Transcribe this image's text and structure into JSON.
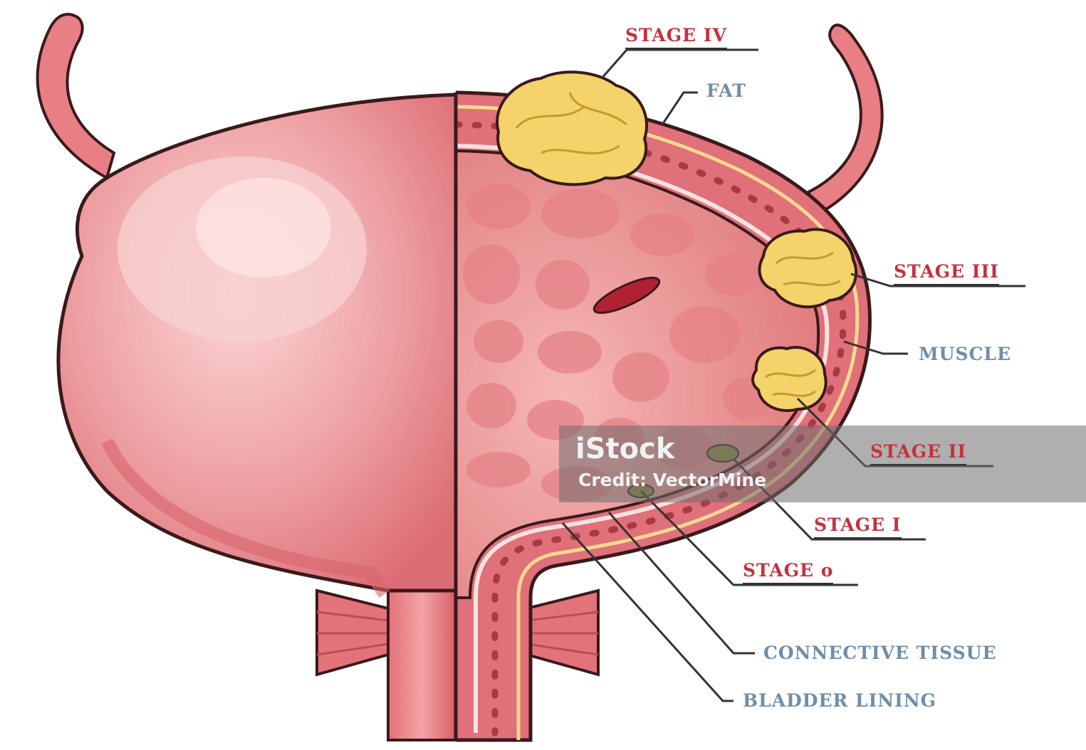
{
  "labels": {
    "stage4": "STAGE IV",
    "fat": "FAT",
    "stage3": "STAGE III",
    "muscle": "MUSCLE",
    "stage2": "STAGE II",
    "stage1": "STAGE I",
    "stage0": "STAGE o",
    "connective": "CONNECTIVE TISSUE",
    "lining": "BLADDER LINING"
  },
  "watermark": {
    "logo": "iStock",
    "credit": "Credit: VectorMine"
  },
  "colors": {
    "tissue": "#e2737a",
    "outline": "#3a1a1c",
    "tumor": "#f3d36a",
    "stage_label": "#c4323d",
    "layer_label": "#6f8ea8"
  }
}
